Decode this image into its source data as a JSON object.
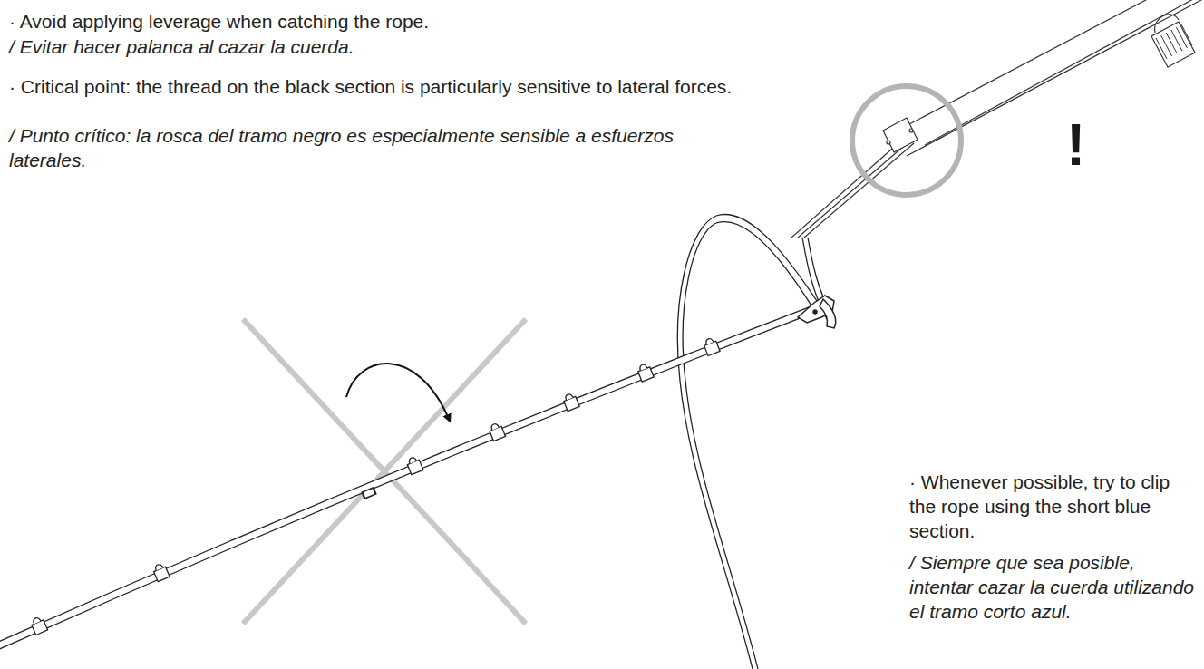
{
  "diagram": {
    "labels": [
      "· Avoid applying leverage when catching the rope.",
      "/ Evitar hacer palanca al cazar la cuerda.",
      "· Critical point: the thread on the black section is particularly sensitive to lateral forces.",
      "/ Punto crítico: la rosca del tramo negro es especialmente sensible a esfuerzos laterales.",
      "!",
      "· Whenever possible, try to clip the rope using the short blue section.",
      "/ Siempre que sea posible, intentar cazar la cuerda utilizando el tramo corto azul."
    ]
  }
}
